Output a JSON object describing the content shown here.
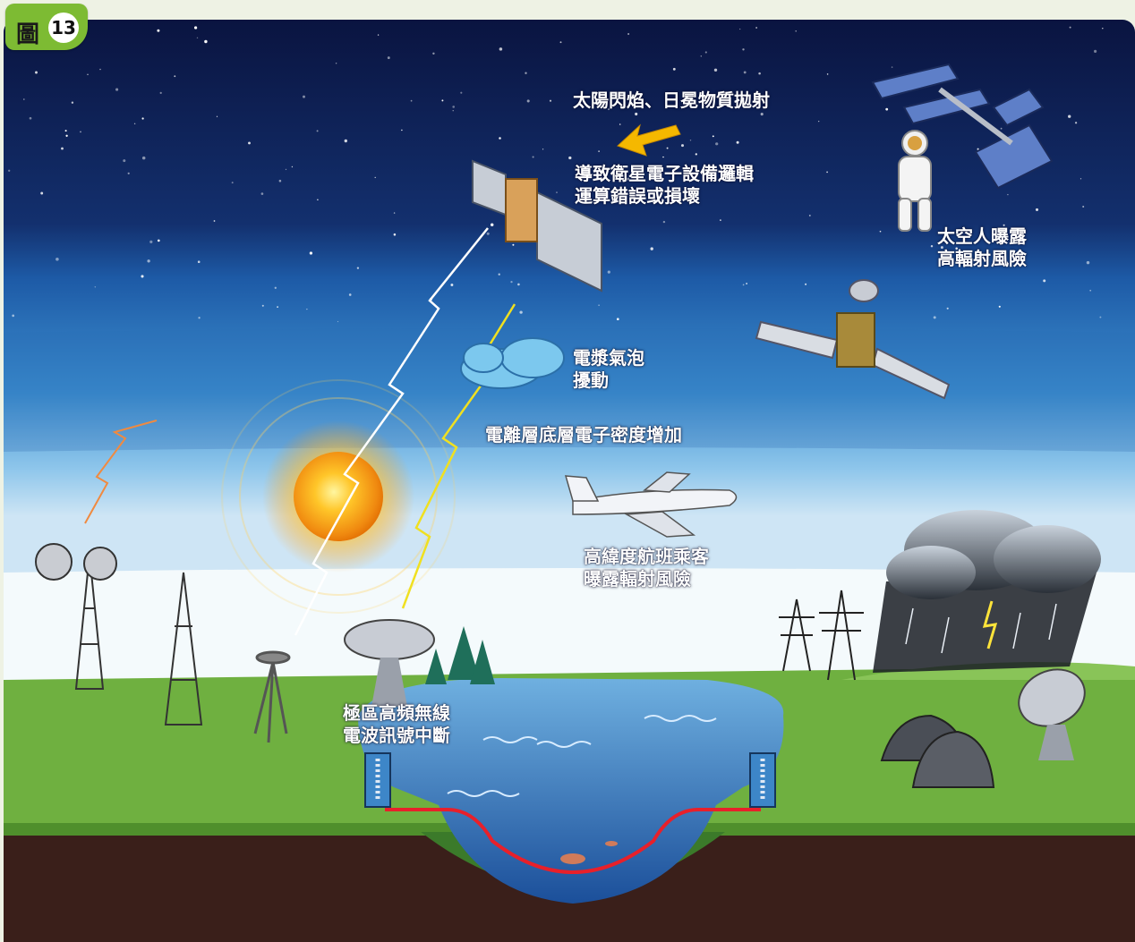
{
  "figure": {
    "prefix": "圖",
    "number": "13"
  },
  "labels": {
    "solar_flare": "太陽閃焰、日冕物質拋射",
    "satellite_error": [
      "導致衛星電子設備邏輯",
      "運算錯誤或損壞"
    ],
    "astronaut": [
      "太空人曝露",
      "高輻射風險"
    ],
    "plasma_bubble": [
      "電漿氣泡",
      "擾動"
    ],
    "ionosphere": "電離層底層電子密度增加",
    "flight": [
      "高緯度航班乘客",
      "曝露輻射風險"
    ],
    "radio": [
      "極區高頻無線",
      "電波訊號中斷"
    ]
  },
  "colors": {
    "space": "#0d1b4a",
    "atmosphere": "#2f78c0",
    "ground": "#6fb040",
    "earth": "#3a1f1a",
    "sun": "#ffb020",
    "arrow": "#f5b800",
    "current_line": "#e8202a"
  },
  "icons": [
    "satellite-icon",
    "space-station-icon",
    "astronaut-icon",
    "sun-icon",
    "cloud-icon",
    "airplane-icon",
    "storm-cloud-icon",
    "radio-tower-icon",
    "dish-antenna-icon",
    "power-pylon-icon",
    "radome-icon",
    "tree-icon",
    "transformer-icon"
  ]
}
